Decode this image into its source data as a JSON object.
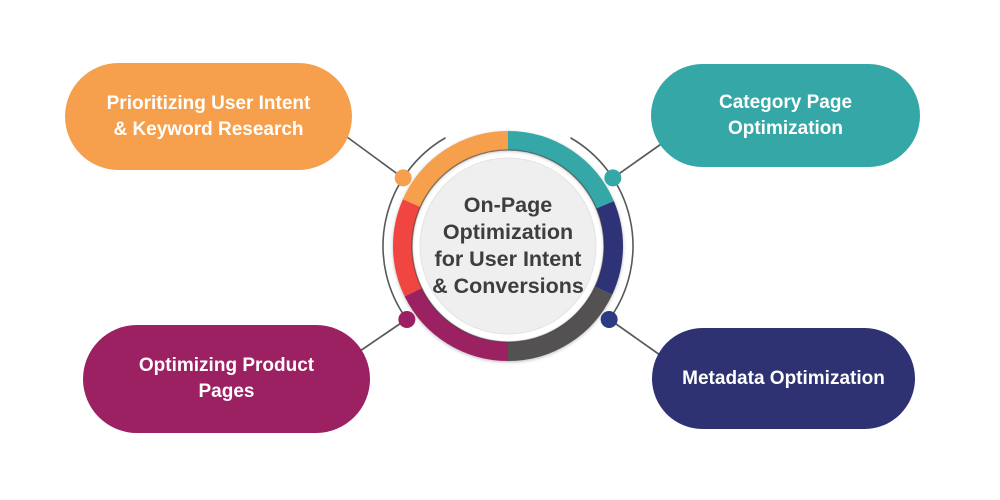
{
  "title": "On-Page Optimization for User Intent & Conversions",
  "center": {
    "lines": [
      "On-Page",
      "Optimization",
      "for User Intent",
      "& Conversions"
    ],
    "disk_color": "#efefef",
    "text_color": "#3e3e3e",
    "ring_segments": [
      {
        "name": "teal",
        "color": "#35a7a6"
      },
      {
        "name": "navy",
        "color": "#2e3277"
      },
      {
        "name": "gray",
        "color": "#545152"
      },
      {
        "name": "magenta",
        "color": "#9c2162"
      },
      {
        "name": "red",
        "color": "#f04541"
      },
      {
        "name": "orange",
        "color": "#f6a04d"
      }
    ]
  },
  "nodes": [
    {
      "id": "prioritizing-user-intent",
      "position": "top-left",
      "lines": [
        "Prioritizing User Intent",
        "& Keyword Research"
      ],
      "color": "#f6a04d",
      "dot_color": "#f6a04d"
    },
    {
      "id": "category-page-optimization",
      "position": "top-right",
      "lines": [
        "Category Page",
        "Optimization"
      ],
      "color": "#35a7a6",
      "dot_color": "#35a7a6"
    },
    {
      "id": "optimizing-product-pages",
      "position": "bottom-left",
      "lines": [
        "Optimizing Product",
        "Pages"
      ],
      "color": "#9c2162",
      "dot_color": "#9c2162"
    },
    {
      "id": "metadata-optimization",
      "position": "bottom-right",
      "lines": [
        "Metadata Optimization"
      ],
      "color": "#2e3272",
      "dot_color": "#2f3a85"
    }
  ],
  "connector_color": "#58595b"
}
